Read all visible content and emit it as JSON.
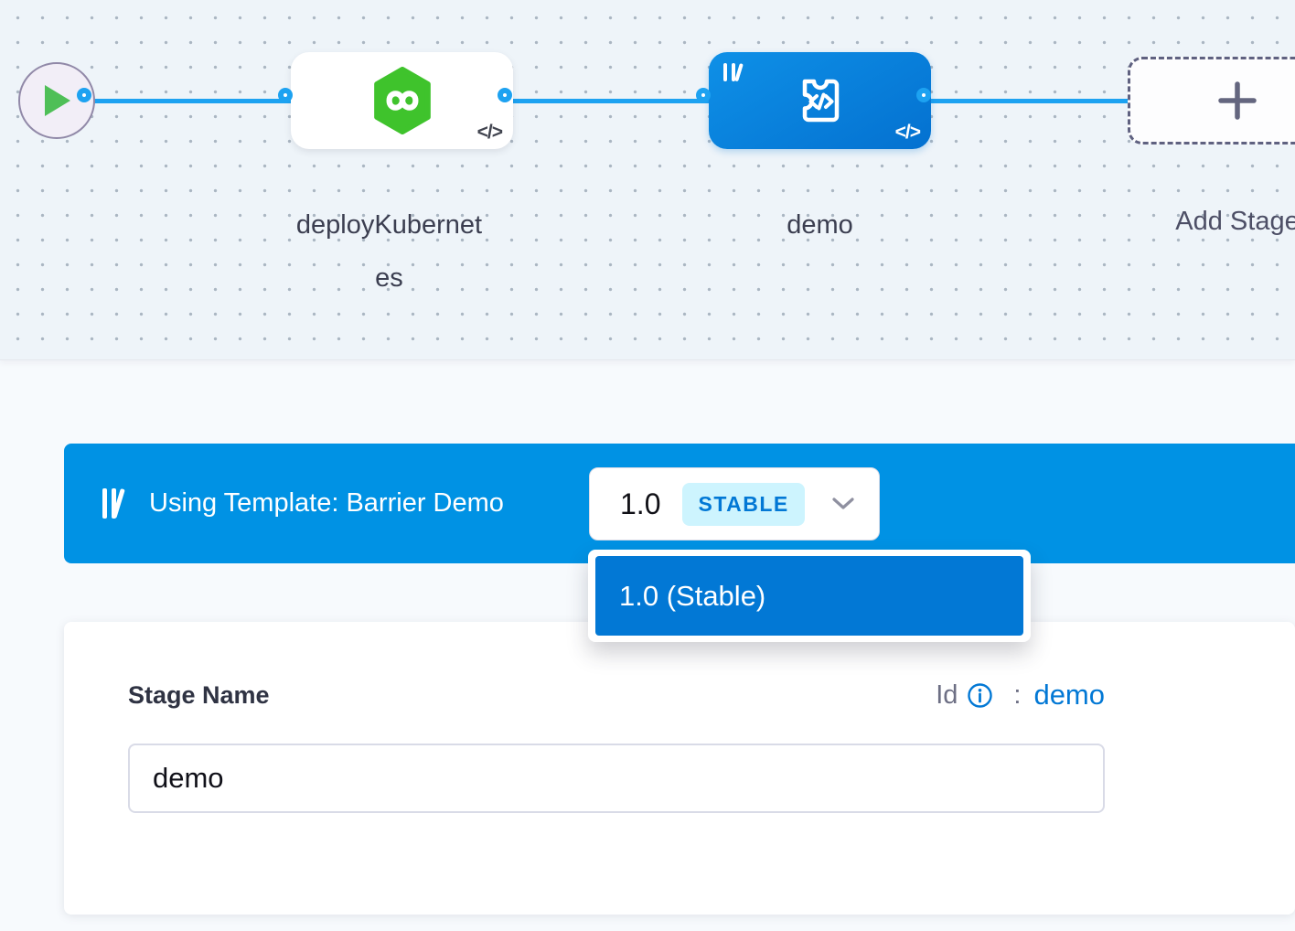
{
  "canvas": {
    "nodes": {
      "deploy": {
        "label": "deployKubernetes"
      },
      "custom": {
        "label": "demo"
      },
      "add": {
        "label": "Add Stage"
      }
    },
    "code_badge": "</>"
  },
  "banner": {
    "text": "Using Template: Barrier Demo",
    "version": "1.0",
    "badge": "STABLE"
  },
  "dropdown": {
    "items": [
      {
        "label": "1.0 (Stable)"
      }
    ]
  },
  "form": {
    "stage_name_label": "Stage Name",
    "stage_name_value": "demo",
    "id_label": "Id",
    "id_colon": ":",
    "id_value": "demo"
  },
  "colors": {
    "banner_blue": "#0092e4",
    "primary_blue": "#0278d5",
    "connector_blue": "#1da2f1",
    "stable_badge_bg": "#cdf4fe",
    "deploy_green": "#3fc32c"
  }
}
